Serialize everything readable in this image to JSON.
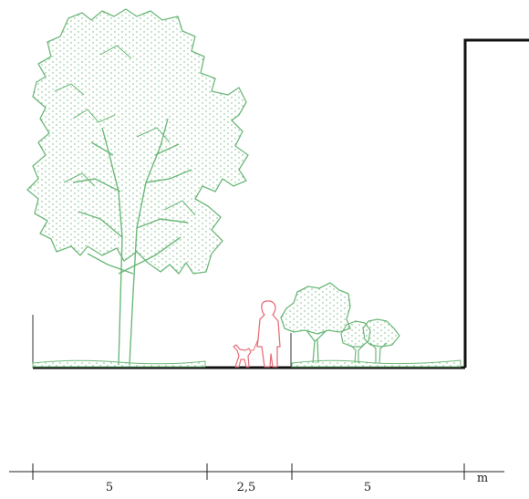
{
  "scale": {
    "labels": [
      "5",
      "2,5",
      "5"
    ],
    "unit": "m"
  },
  "colors": {
    "vegetation": "#6db87a",
    "person": "#e8707a",
    "ground": "#111111",
    "building": "#111111"
  },
  "icons": [
    "large-tree-icon",
    "person-icon",
    "dog-icon",
    "shrub-icon"
  ]
}
